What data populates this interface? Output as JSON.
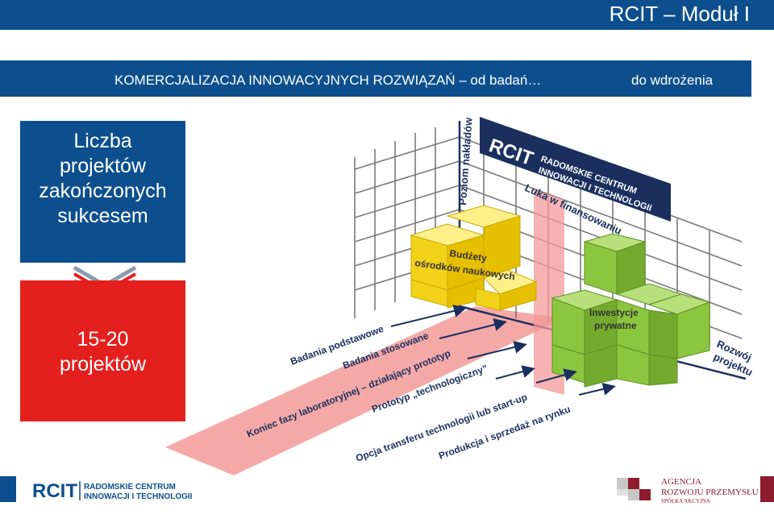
{
  "header": {
    "title": "RCIT – Moduł I"
  },
  "subheader": {
    "left": "KOMERCJALIZACJA INNOWACYJNYCH ROZWIĄZAŃ – od badań…",
    "right": "do wdrożenia"
  },
  "blue_box": {
    "lines": [
      "Liczba",
      "projektów",
      "zakończonych",
      "sukcesem"
    ]
  },
  "red_box": {
    "lines": [
      "15-20",
      "projektów"
    ]
  },
  "diagram": {
    "y_axis_label": "Poziom nakładów",
    "x_axis_label_1": "Rozwój",
    "x_axis_label_2": "projektu",
    "gap_label": "Luka w finansowaniu",
    "sign": {
      "logo": "RCIT",
      "line1": "RADOMSKIE CENTRUM",
      "line2": "INNOWACJI I TECHNOLOGII"
    },
    "yellow_label_1": "Budżety",
    "yellow_label_2": "ośrodków naukowych",
    "green_label_1": "Inwestycje",
    "green_label_2": "prywatne",
    "stages": [
      "Badania podstawowe",
      "Badania stosowane",
      "Koniec fazy laboratoryjnej – działający prototyp",
      "Prototyp „technologiczny”",
      "Opcja transferu technologii lub start-up",
      "Produkcja i sprzedaż na rynku"
    ],
    "colors": {
      "grid": "#7a7a7a",
      "pink": "#f08a8a",
      "yellow": "#f3d21a",
      "green": "#8cc63f",
      "navy": "#1b2f5e"
    }
  },
  "footer": {
    "rcit_logo": "RCIT",
    "rcit_line1": "RADOMSKIE CENTRUM",
    "rcit_line2": "INNOWACJI I TECHNOLOGII",
    "arp_line1": "AGENCJA",
    "arp_line2": "ROZWOJU PRZEMYSŁU",
    "arp_line3": "SPÓŁKA AKCYJNA"
  }
}
